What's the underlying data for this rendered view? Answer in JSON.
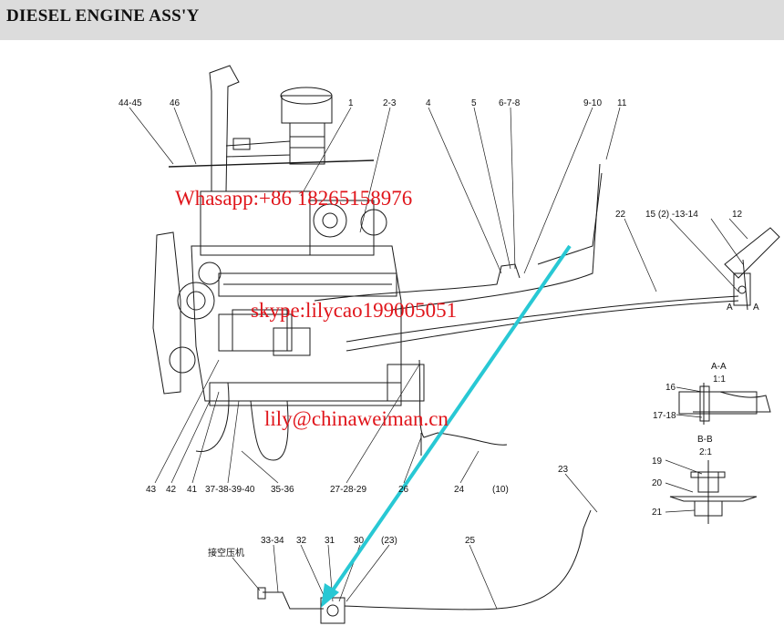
{
  "header": {
    "title": "DIESEL ENGINE ASS'Y"
  },
  "callouts": {
    "c44_45": "44-45",
    "c46": "46",
    "c1": "1",
    "c2_3": "2-3",
    "c4": "4",
    "c5": "5",
    "c6_7_8": "6-7-8",
    "c9_10": "9-10",
    "c11": "11",
    "c22": "22",
    "c15_13_14": "15 (2) -13-14",
    "c12": "12",
    "c43": "43",
    "c42": "42",
    "c41": "41",
    "c37_40": "37-38-39-40",
    "c35_36": "35-36",
    "c27_29": "27-28-29",
    "c26": "26",
    "c24": "24",
    "c10p": "(10)",
    "c23": "23",
    "c33_34": "33-34",
    "c32": "32",
    "c31": "31",
    "c30": "30",
    "c23p": "(23)",
    "c25": "25",
    "compressor": "接空压机",
    "sectionAA": "A-A",
    "scaleAA": "1:1",
    "c16": "16",
    "c17_18": "17-18",
    "sectionBB": "B-B",
    "scaleBB": "2:1",
    "c19": "19",
    "c20": "20",
    "c21": "21",
    "markA": "A",
    "markA2": "A"
  },
  "watermarks": {
    "whatsapp": "Whasapp:+86 18265158976",
    "skype": "skype:lilycao199005051",
    "email": "lily@chinaweiman.cn"
  },
  "colors": {
    "accent_arrow": "#28c8d4",
    "watermark": "#e0151b",
    "header_bg": "#dcdcdc"
  }
}
